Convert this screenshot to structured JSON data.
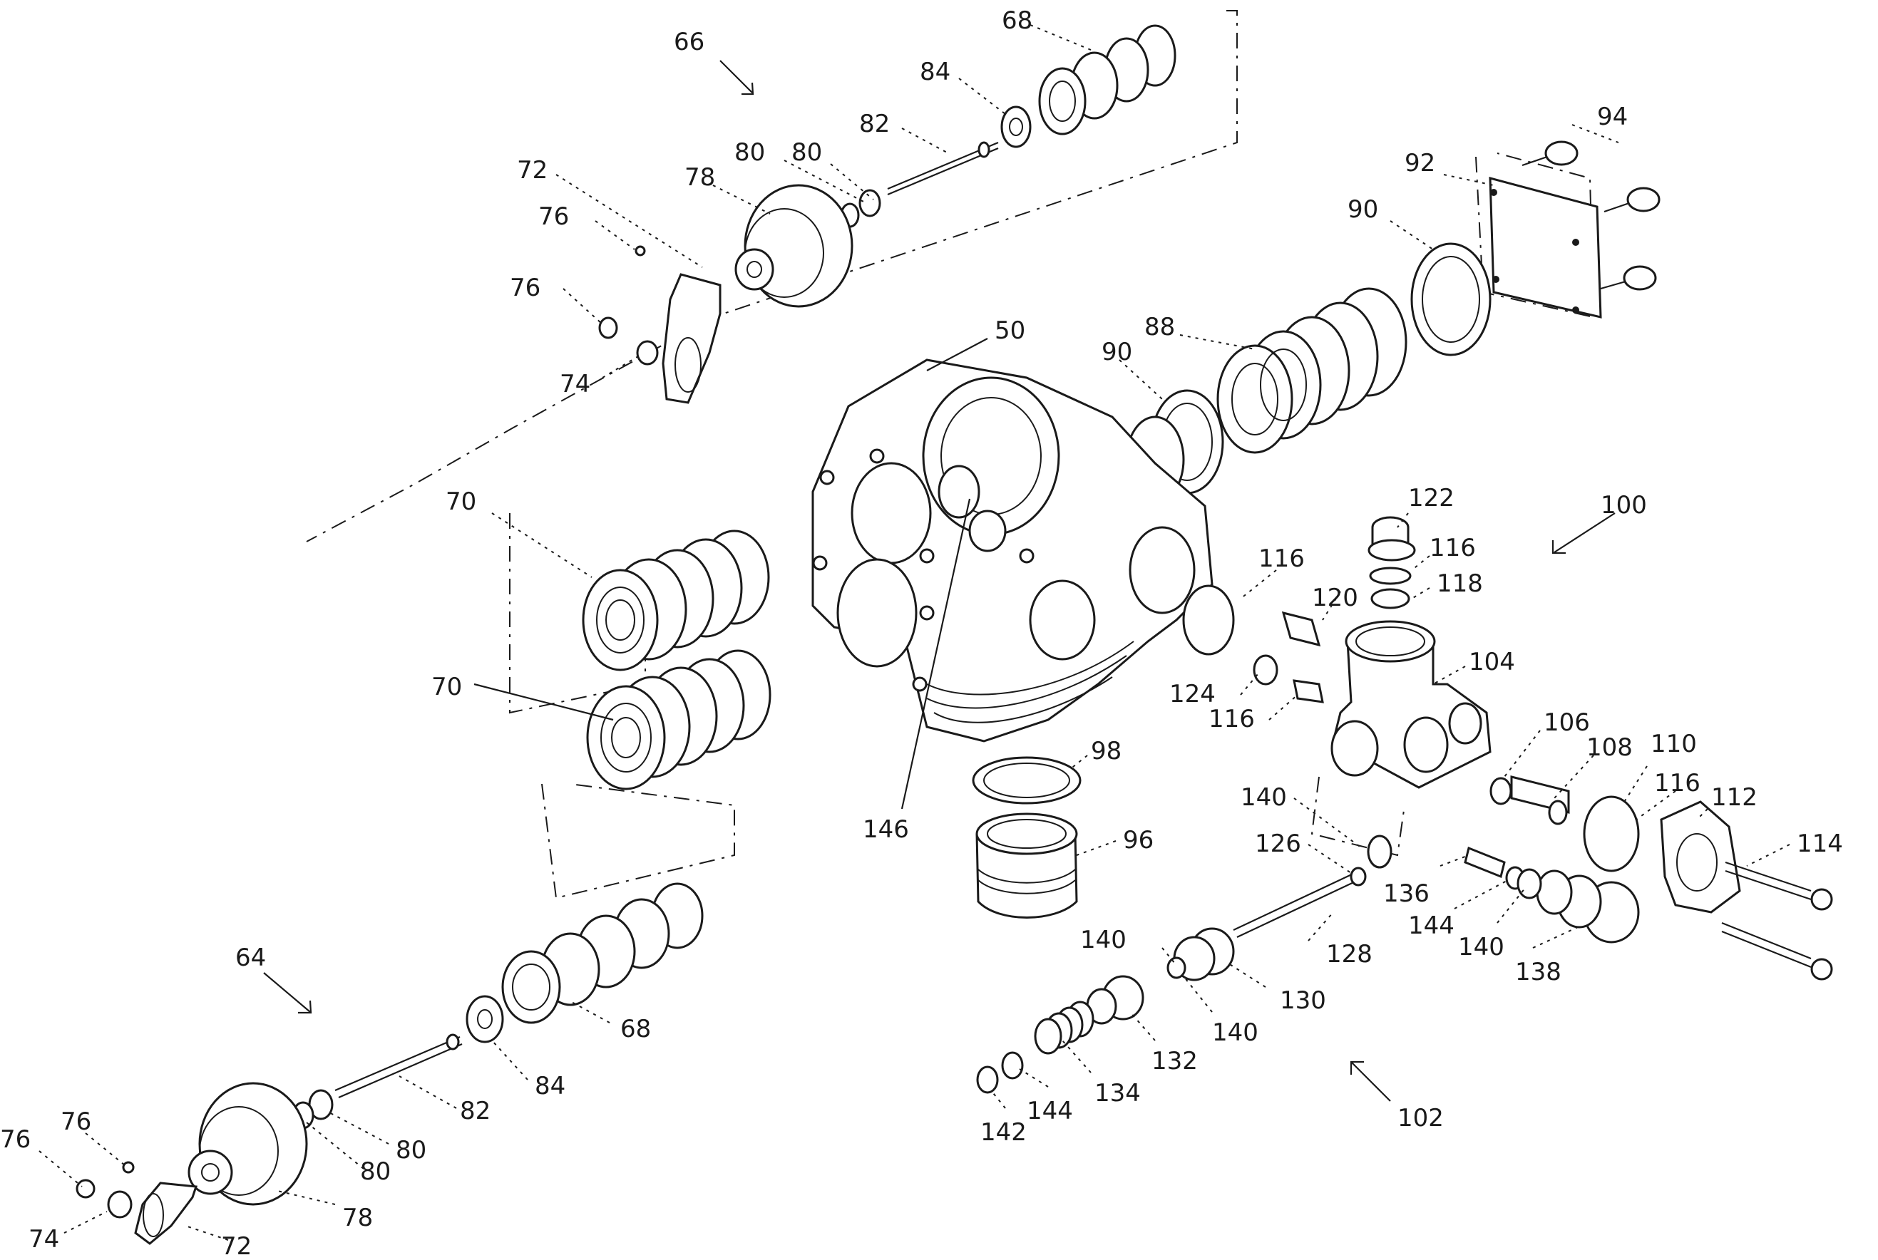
{
  "diagram": {
    "labels": [
      {
        "id": "lbl-66-top",
        "text": "66"
      },
      {
        "id": "lbl-68-top",
        "text": "68"
      },
      {
        "id": "lbl-84-top",
        "text": "84"
      },
      {
        "id": "lbl-82-top",
        "text": "82"
      },
      {
        "id": "lbl-80a-top",
        "text": "80"
      },
      {
        "id": "lbl-80b-top",
        "text": "80"
      },
      {
        "id": "lbl-72-top",
        "text": "72"
      },
      {
        "id": "lbl-78-top",
        "text": "78"
      },
      {
        "id": "lbl-76a-top",
        "text": "76"
      },
      {
        "id": "lbl-76b-top",
        "text": "76"
      },
      {
        "id": "lbl-74-top",
        "text": "74"
      },
      {
        "id": "lbl-94",
        "text": "94"
      },
      {
        "id": "lbl-92",
        "text": "92"
      },
      {
        "id": "lbl-90a",
        "text": "90"
      },
      {
        "id": "lbl-88",
        "text": "88"
      },
      {
        "id": "lbl-90b",
        "text": "90"
      },
      {
        "id": "lbl-50",
        "text": "50"
      },
      {
        "id": "lbl-70a",
        "text": "70"
      },
      {
        "id": "lbl-70b",
        "text": "70"
      },
      {
        "id": "lbl-122",
        "text": "122"
      },
      {
        "id": "lbl-100",
        "text": "100"
      },
      {
        "id": "lbl-116a",
        "text": "116"
      },
      {
        "id": "lbl-116b",
        "text": "116"
      },
      {
        "id": "lbl-120",
        "text": "120"
      },
      {
        "id": "lbl-118",
        "text": "118"
      },
      {
        "id": "lbl-104",
        "text": "104"
      },
      {
        "id": "lbl-124",
        "text": "124"
      },
      {
        "id": "lbl-116c",
        "text": "116"
      },
      {
        "id": "lbl-106",
        "text": "106"
      },
      {
        "id": "lbl-108",
        "text": "108"
      },
      {
        "id": "lbl-110",
        "text": "110"
      },
      {
        "id": "lbl-116d",
        "text": "116"
      },
      {
        "id": "lbl-112",
        "text": "112"
      },
      {
        "id": "lbl-98",
        "text": "98"
      },
      {
        "id": "lbl-146",
        "text": "146"
      },
      {
        "id": "lbl-96",
        "text": "96"
      },
      {
        "id": "lbl-140a",
        "text": "140"
      },
      {
        "id": "lbl-126",
        "text": "126"
      },
      {
        "id": "lbl-136",
        "text": "136"
      },
      {
        "id": "lbl-114",
        "text": "114"
      },
      {
        "id": "lbl-144a",
        "text": "144"
      },
      {
        "id": "lbl-140b",
        "text": "140"
      },
      {
        "id": "lbl-138",
        "text": "138"
      },
      {
        "id": "lbl-128",
        "text": "128"
      },
      {
        "id": "lbl-140c",
        "text": "140"
      },
      {
        "id": "lbl-130",
        "text": "130"
      },
      {
        "id": "lbl-140d",
        "text": "140"
      },
      {
        "id": "lbl-132",
        "text": "132"
      },
      {
        "id": "lbl-134",
        "text": "134"
      },
      {
        "id": "lbl-144b",
        "text": "144"
      },
      {
        "id": "lbl-142",
        "text": "142"
      },
      {
        "id": "lbl-102",
        "text": "102"
      },
      {
        "id": "lbl-64",
        "text": "64"
      },
      {
        "id": "lbl-68-bot",
        "text": "68"
      },
      {
        "id": "lbl-84-bot",
        "text": "84"
      },
      {
        "id": "lbl-82-bot",
        "text": "82"
      },
      {
        "id": "lbl-80a-bot",
        "text": "80"
      },
      {
        "id": "lbl-80b-bot",
        "text": "80"
      },
      {
        "id": "lbl-76a-bot",
        "text": "76"
      },
      {
        "id": "lbl-76b-bot",
        "text": "76"
      },
      {
        "id": "lbl-74-bot",
        "text": "74"
      },
      {
        "id": "lbl-72-bot",
        "text": "72"
      },
      {
        "id": "lbl-78-bot",
        "text": "78"
      }
    ]
  }
}
